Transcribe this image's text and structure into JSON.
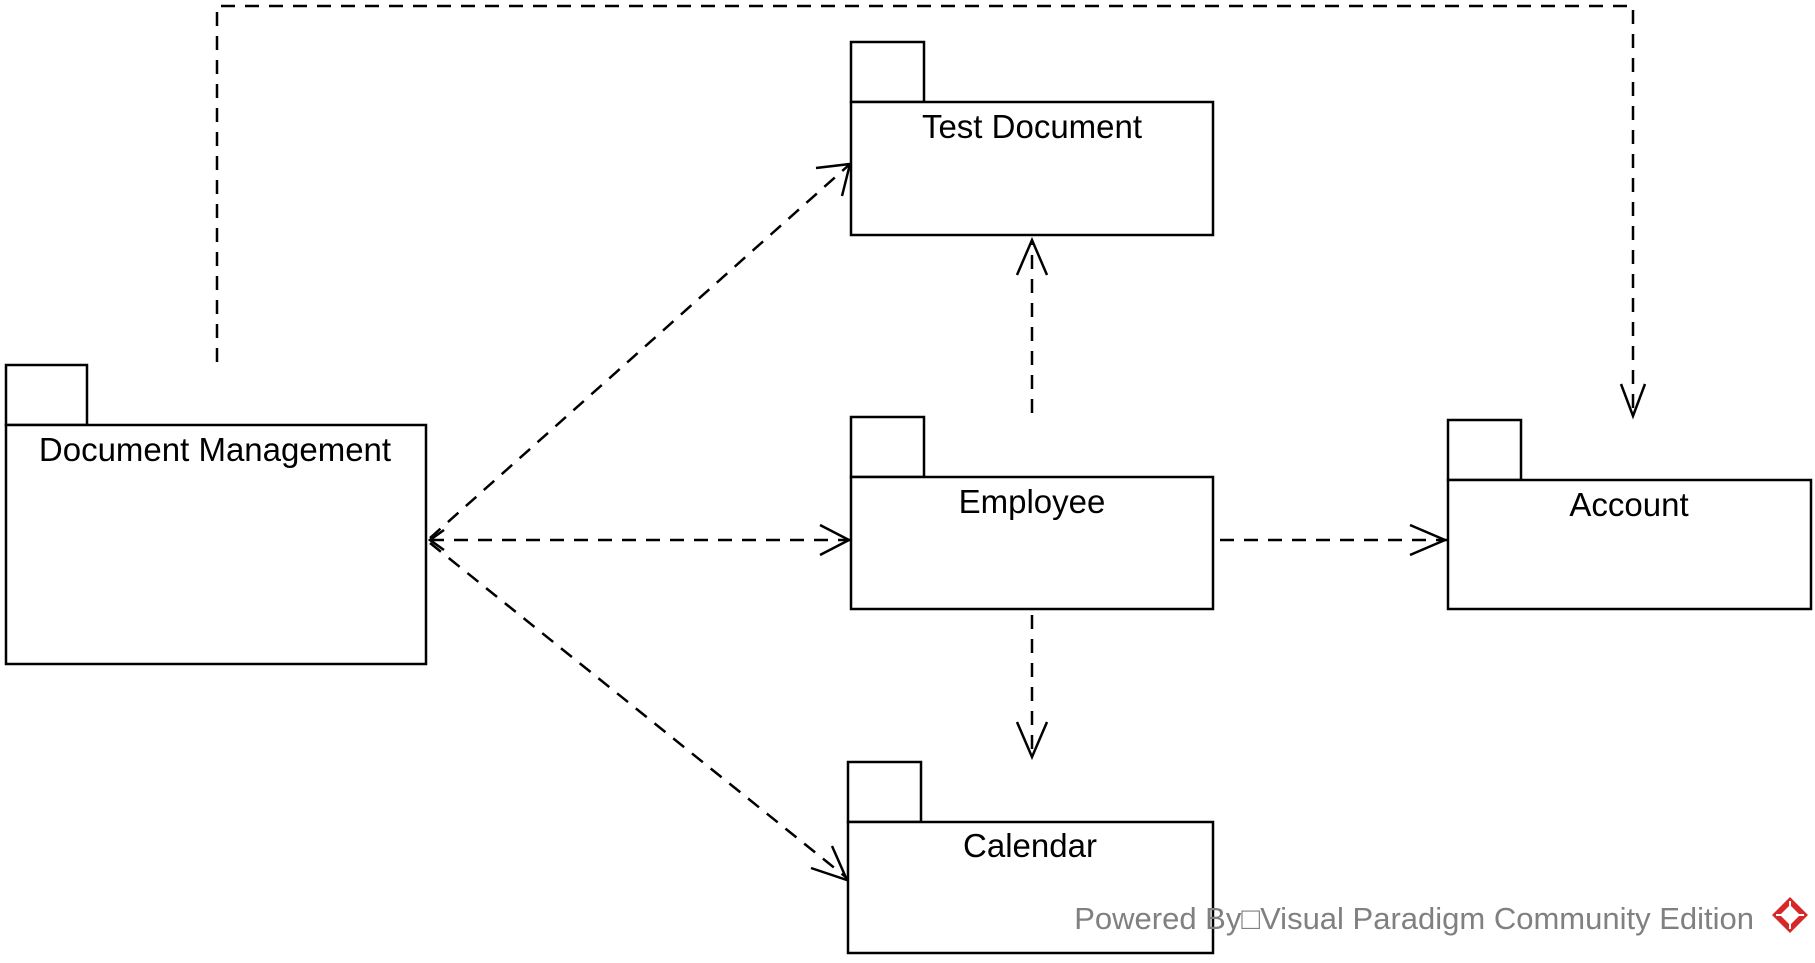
{
  "packages": [
    {
      "id": "document-management",
      "label": "Document Management"
    },
    {
      "id": "test-document",
      "label": "Test Document"
    },
    {
      "id": "employee",
      "label": "Employee"
    },
    {
      "id": "account",
      "label": "Account"
    },
    {
      "id": "calendar",
      "label": "Calendar"
    }
  ],
  "dependencies": [
    {
      "from": "document-management",
      "to": "test-document"
    },
    {
      "from": "document-management",
      "to": "employee"
    },
    {
      "from": "document-management",
      "to": "calendar"
    },
    {
      "from": "document-management",
      "to": "account"
    },
    {
      "from": "employee",
      "to": "document-management"
    },
    {
      "from": "employee",
      "to": "test-document"
    },
    {
      "from": "employee",
      "to": "account"
    },
    {
      "from": "employee",
      "to": "calendar"
    }
  ],
  "watermark": {
    "text": "Powered By□Visual Paradigm Community Edition",
    "logo_icon": "visual-paradigm-logo-icon",
    "text_color": "#808080",
    "logo_color": "#d62828"
  },
  "colors": {
    "stroke": "#000000",
    "background": "#ffffff"
  }
}
